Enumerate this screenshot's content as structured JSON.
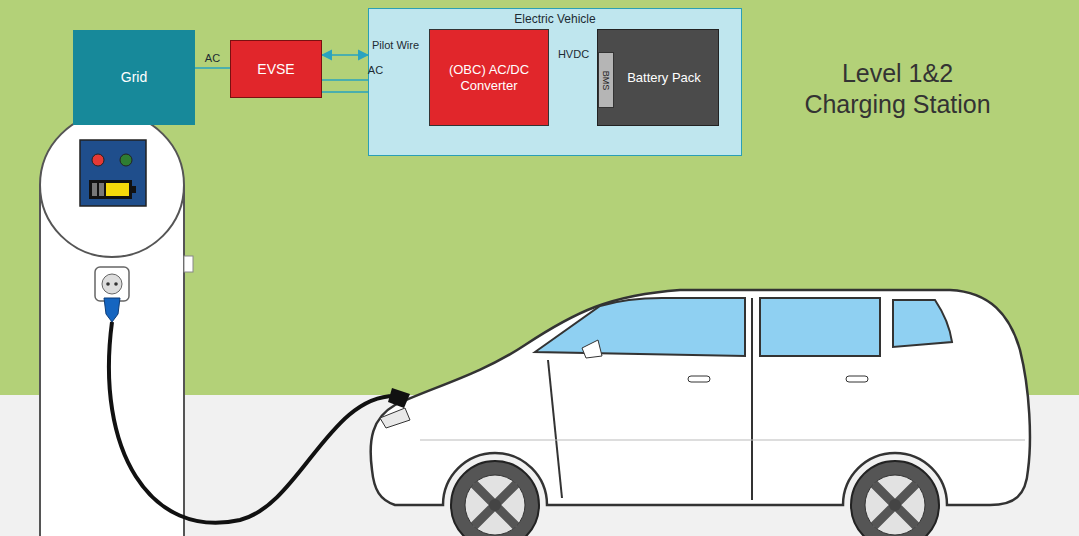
{
  "diagram": {
    "nodes": [
      {
        "text": [
          "Grid"
        ]
      },
      {
        "text": [
          "EVSE"
        ]
      },
      {
        "text": [
          "Electric Vehicle"
        ]
      },
      {
        "text": [
          "(OBC) AC/DC Converter"
        ],
        "in": 2
      },
      {
        "text": [
          "Battery Pack"
        ],
        "in": 2
      },
      {
        "text": [
          "BMS"
        ],
        "in": 4
      }
    ],
    "edges": [
      {
        "from": 0,
        "to": 1,
        "label": "AC",
        "arrow": "none"
      },
      {
        "from": 1,
        "to": 2,
        "label": "Pilot Wire",
        "arrow": "both"
      },
      {
        "from": 1,
        "to": 3,
        "label": "AC",
        "arrow": "to"
      },
      {
        "from": 3,
        "to": 5,
        "label": "HVDC",
        "arrow": "to"
      },
      {
        "from": 1,
        "to": 5,
        "arrow": "to"
      }
    ],
    "labels": [
      "Level 1&2 Charging Station"
    ]
  }
}
